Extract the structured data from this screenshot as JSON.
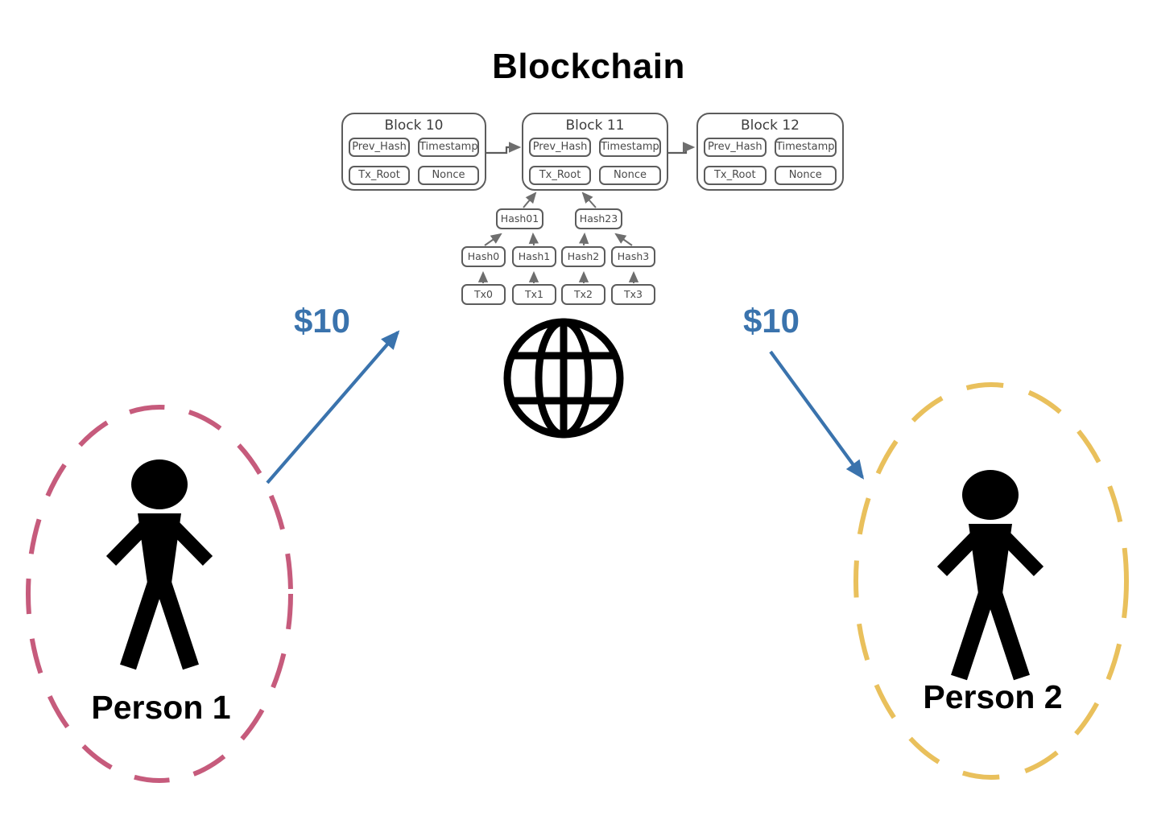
{
  "title": "Blockchain",
  "blocks": [
    {
      "name": "Block 10",
      "fields": [
        "Prev_Hash",
        "Timestamp",
        "Tx_Root",
        "Nonce"
      ]
    },
    {
      "name": "Block 11",
      "fields": [
        "Prev_Hash",
        "Timestamp",
        "Tx_Root",
        "Nonce"
      ]
    },
    {
      "name": "Block 12",
      "fields": [
        "Prev_Hash",
        "Timestamp",
        "Tx_Root",
        "Nonce"
      ]
    }
  ],
  "merkle": {
    "parents": [
      "Hash01",
      "Hash23"
    ],
    "leaf_hashes": [
      "Hash0",
      "Hash1",
      "Hash2",
      "Hash3"
    ],
    "transactions": [
      "Tx0",
      "Tx1",
      "Tx2",
      "Tx3"
    ]
  },
  "persons": [
    {
      "label": "Person 1"
    },
    {
      "label": "Person 2"
    }
  ],
  "transfers": {
    "left_amount": "$10",
    "right_amount": "$10"
  },
  "icons": {
    "network": "globe-icon",
    "person": "person-icon"
  },
  "colors": {
    "arrow_blue": "#3a73ad",
    "person1_ellipse": "#c65b7c",
    "person2_ellipse": "#e9c05c",
    "box_border": "#5c5c5c",
    "box_text": "#4a4a4a",
    "figure_black": "#000000"
  }
}
